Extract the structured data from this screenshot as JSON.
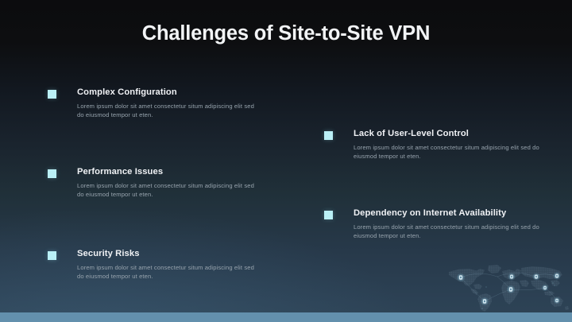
{
  "slide": {
    "title": "Challenges of Site-to-Site VPN",
    "accent_color": "#baf0f6",
    "bottom_bar_color": "#6390ad",
    "background_top_color": "#0c0c0e",
    "background_bottom_color": "#2e4456",
    "heading_color": "#f0f2f5",
    "body_color": "#97a3ad"
  },
  "columns": {
    "left": [
      {
        "heading": "Complex Configuration",
        "body": "Lorem ipsum dolor sit amet consectetur situm adipiscing elit sed do eiusmod tempor ut eten."
      },
      {
        "heading": "Performance Issues",
        "body": "Lorem ipsum dolor sit amet consectetur situm adipiscing elit sed do eiusmod tempor ut eten."
      },
      {
        "heading": "Security Risks",
        "body": "Lorem ipsum dolor sit amet consectetur situm adipiscing elit sed do eiusmod tempor ut eten."
      }
    ],
    "right": [
      {
        "heading": "Lack of User-Level Control",
        "body": "Lorem ipsum dolor sit amet consectetur situm adipiscing elit sed do eiusmod tempor ut eten."
      },
      {
        "heading": "Dependency on Internet Availability",
        "body": "Lorem ipsum dolor sit amet consectetur situm adipiscing elit sed do eiusmod tempor ut eten."
      }
    ]
  },
  "decoration": {
    "map_name": "world-map-with-connected-location-pins",
    "pin_count": 8
  }
}
